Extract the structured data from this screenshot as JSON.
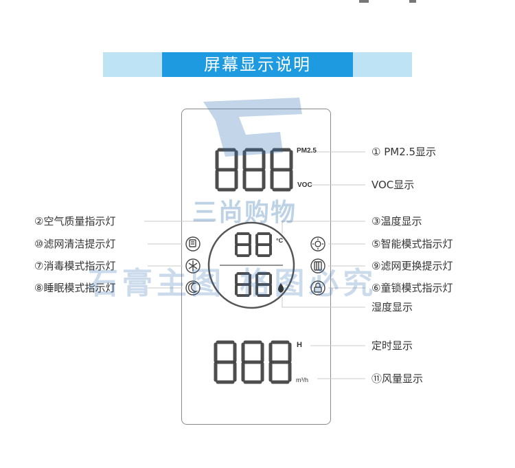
{
  "title": "屏幕显示说明",
  "units": {
    "pm25": "PM2.5",
    "voc": "VOC",
    "celsius": "°C",
    "hour": "H",
    "airflow": "m³/h"
  },
  "digits": {
    "pm25": "888",
    "temperature": "88",
    "humidity": "88",
    "timer_airflow": "888"
  },
  "labels_right": [
    "① PM2.5显示",
    "VOC显示",
    "③温度显示",
    "⑤智能模式指示灯",
    "⑨滤网更换提示灯",
    "⑥童锁模式指示灯",
    "湿度显示",
    "定时显示",
    "⑪风量显示"
  ],
  "labels_left": [
    "②空气质量指示灯",
    "⑩滤网清洁提示灯",
    "⑦消毒模式指示灯",
    "⑧睡眠模式指示灯"
  ],
  "icons": {
    "left": [
      "filter-clean-icon",
      "sterilize-icon",
      "sleep-mode-icon"
    ],
    "right": [
      "smart-mode-icon",
      "filter-replace-icon",
      "child-lock-icon"
    ],
    "humidity": "water-drop-icon"
  },
  "watermark": {
    "line1": "三尚购物",
    "line2": "石膏主图 格图必究"
  },
  "colors": {
    "banner": "#1e9be0",
    "banner_band": "#bde3f4",
    "segments": "#3a3a3a",
    "leader_lines": "#c8c8c8",
    "watermark": "#2b6cb0"
  }
}
